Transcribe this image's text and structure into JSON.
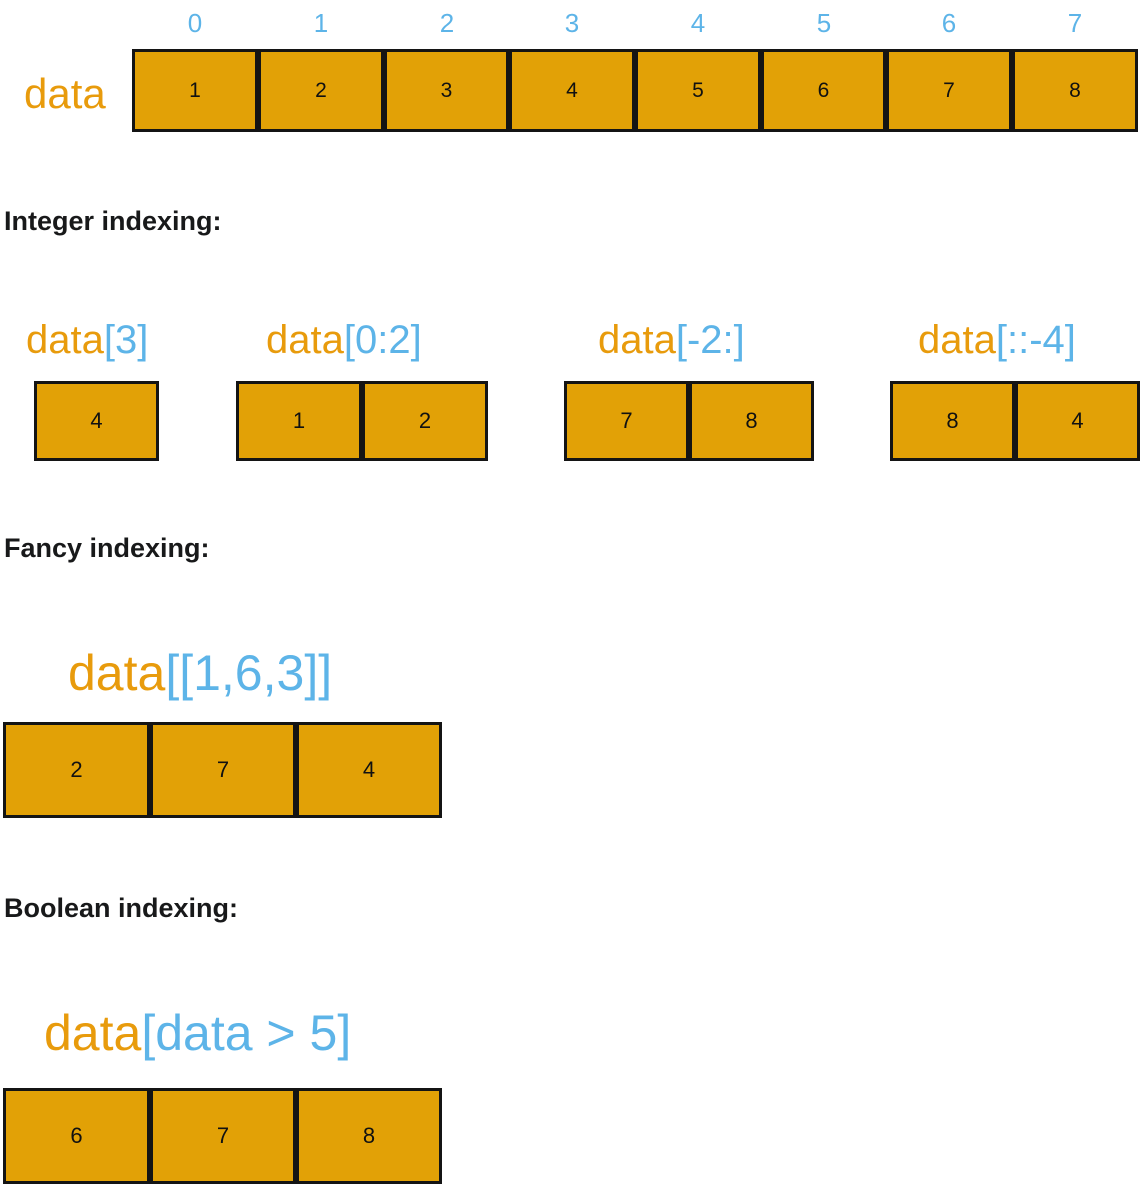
{
  "colors": {
    "cell_fill": "#E2A106",
    "cell_border": "#141414",
    "orange_text": "#E89B0C",
    "blue_text": "#5DB4E8",
    "heading_text": "#18191A",
    "background": "#FFFFFF"
  },
  "main_array": {
    "label": "data",
    "index_labels": [
      "0",
      "1",
      "2",
      "3",
      "4",
      "5",
      "6",
      "7"
    ],
    "values": [
      "1",
      "2",
      "3",
      "4",
      "5",
      "6",
      "7",
      "8"
    ]
  },
  "sections": [
    {
      "heading": "Integer indexing:",
      "examples": [
        {
          "expr_base": "data",
          "expr_sub": "[3]",
          "values": [
            "4"
          ]
        },
        {
          "expr_base": "data",
          "expr_sub": "[0:2]",
          "values": [
            "1",
            "2"
          ]
        },
        {
          "expr_base": "data",
          "expr_sub": "[-2:]",
          "values": [
            "7",
            "8"
          ]
        },
        {
          "expr_base": "data",
          "expr_sub": "[::-4]",
          "values": [
            "8",
            "4"
          ]
        }
      ]
    },
    {
      "heading": "Fancy indexing:",
      "examples": [
        {
          "expr_base": "data",
          "expr_sub": "[[1,6,3]]",
          "values": [
            "2",
            "7",
            "4"
          ]
        }
      ]
    },
    {
      "heading": "Boolean indexing:",
      "examples": [
        {
          "expr_base": "data",
          "expr_sub": "[data > 5]",
          "values": [
            "6",
            "7",
            "8"
          ]
        }
      ]
    }
  ]
}
